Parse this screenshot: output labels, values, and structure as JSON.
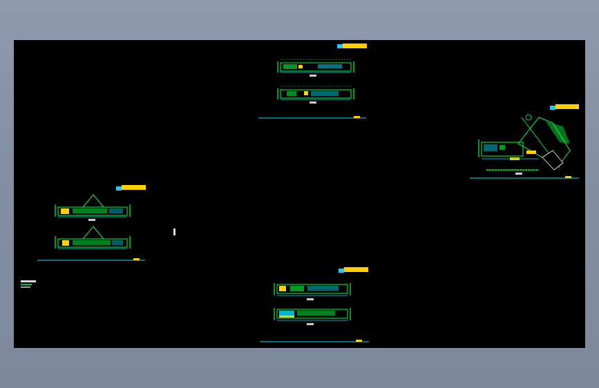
{
  "drawing": {
    "canvas_background": "#000000",
    "window_background": "#8590a6",
    "line_colors": {
      "green": "#00ff40",
      "cyan": "#00e5ff",
      "yellow": "#ffd000",
      "white": "#ffffff"
    },
    "sheets": [
      {
        "id": "sheet-top-center",
        "caption_text": ""
      },
      {
        "id": "sheet-right",
        "caption_text": ""
      },
      {
        "id": "sheet-left",
        "caption_text": ""
      },
      {
        "id": "sheet-bottom-center",
        "caption_text": ""
      }
    ]
  }
}
